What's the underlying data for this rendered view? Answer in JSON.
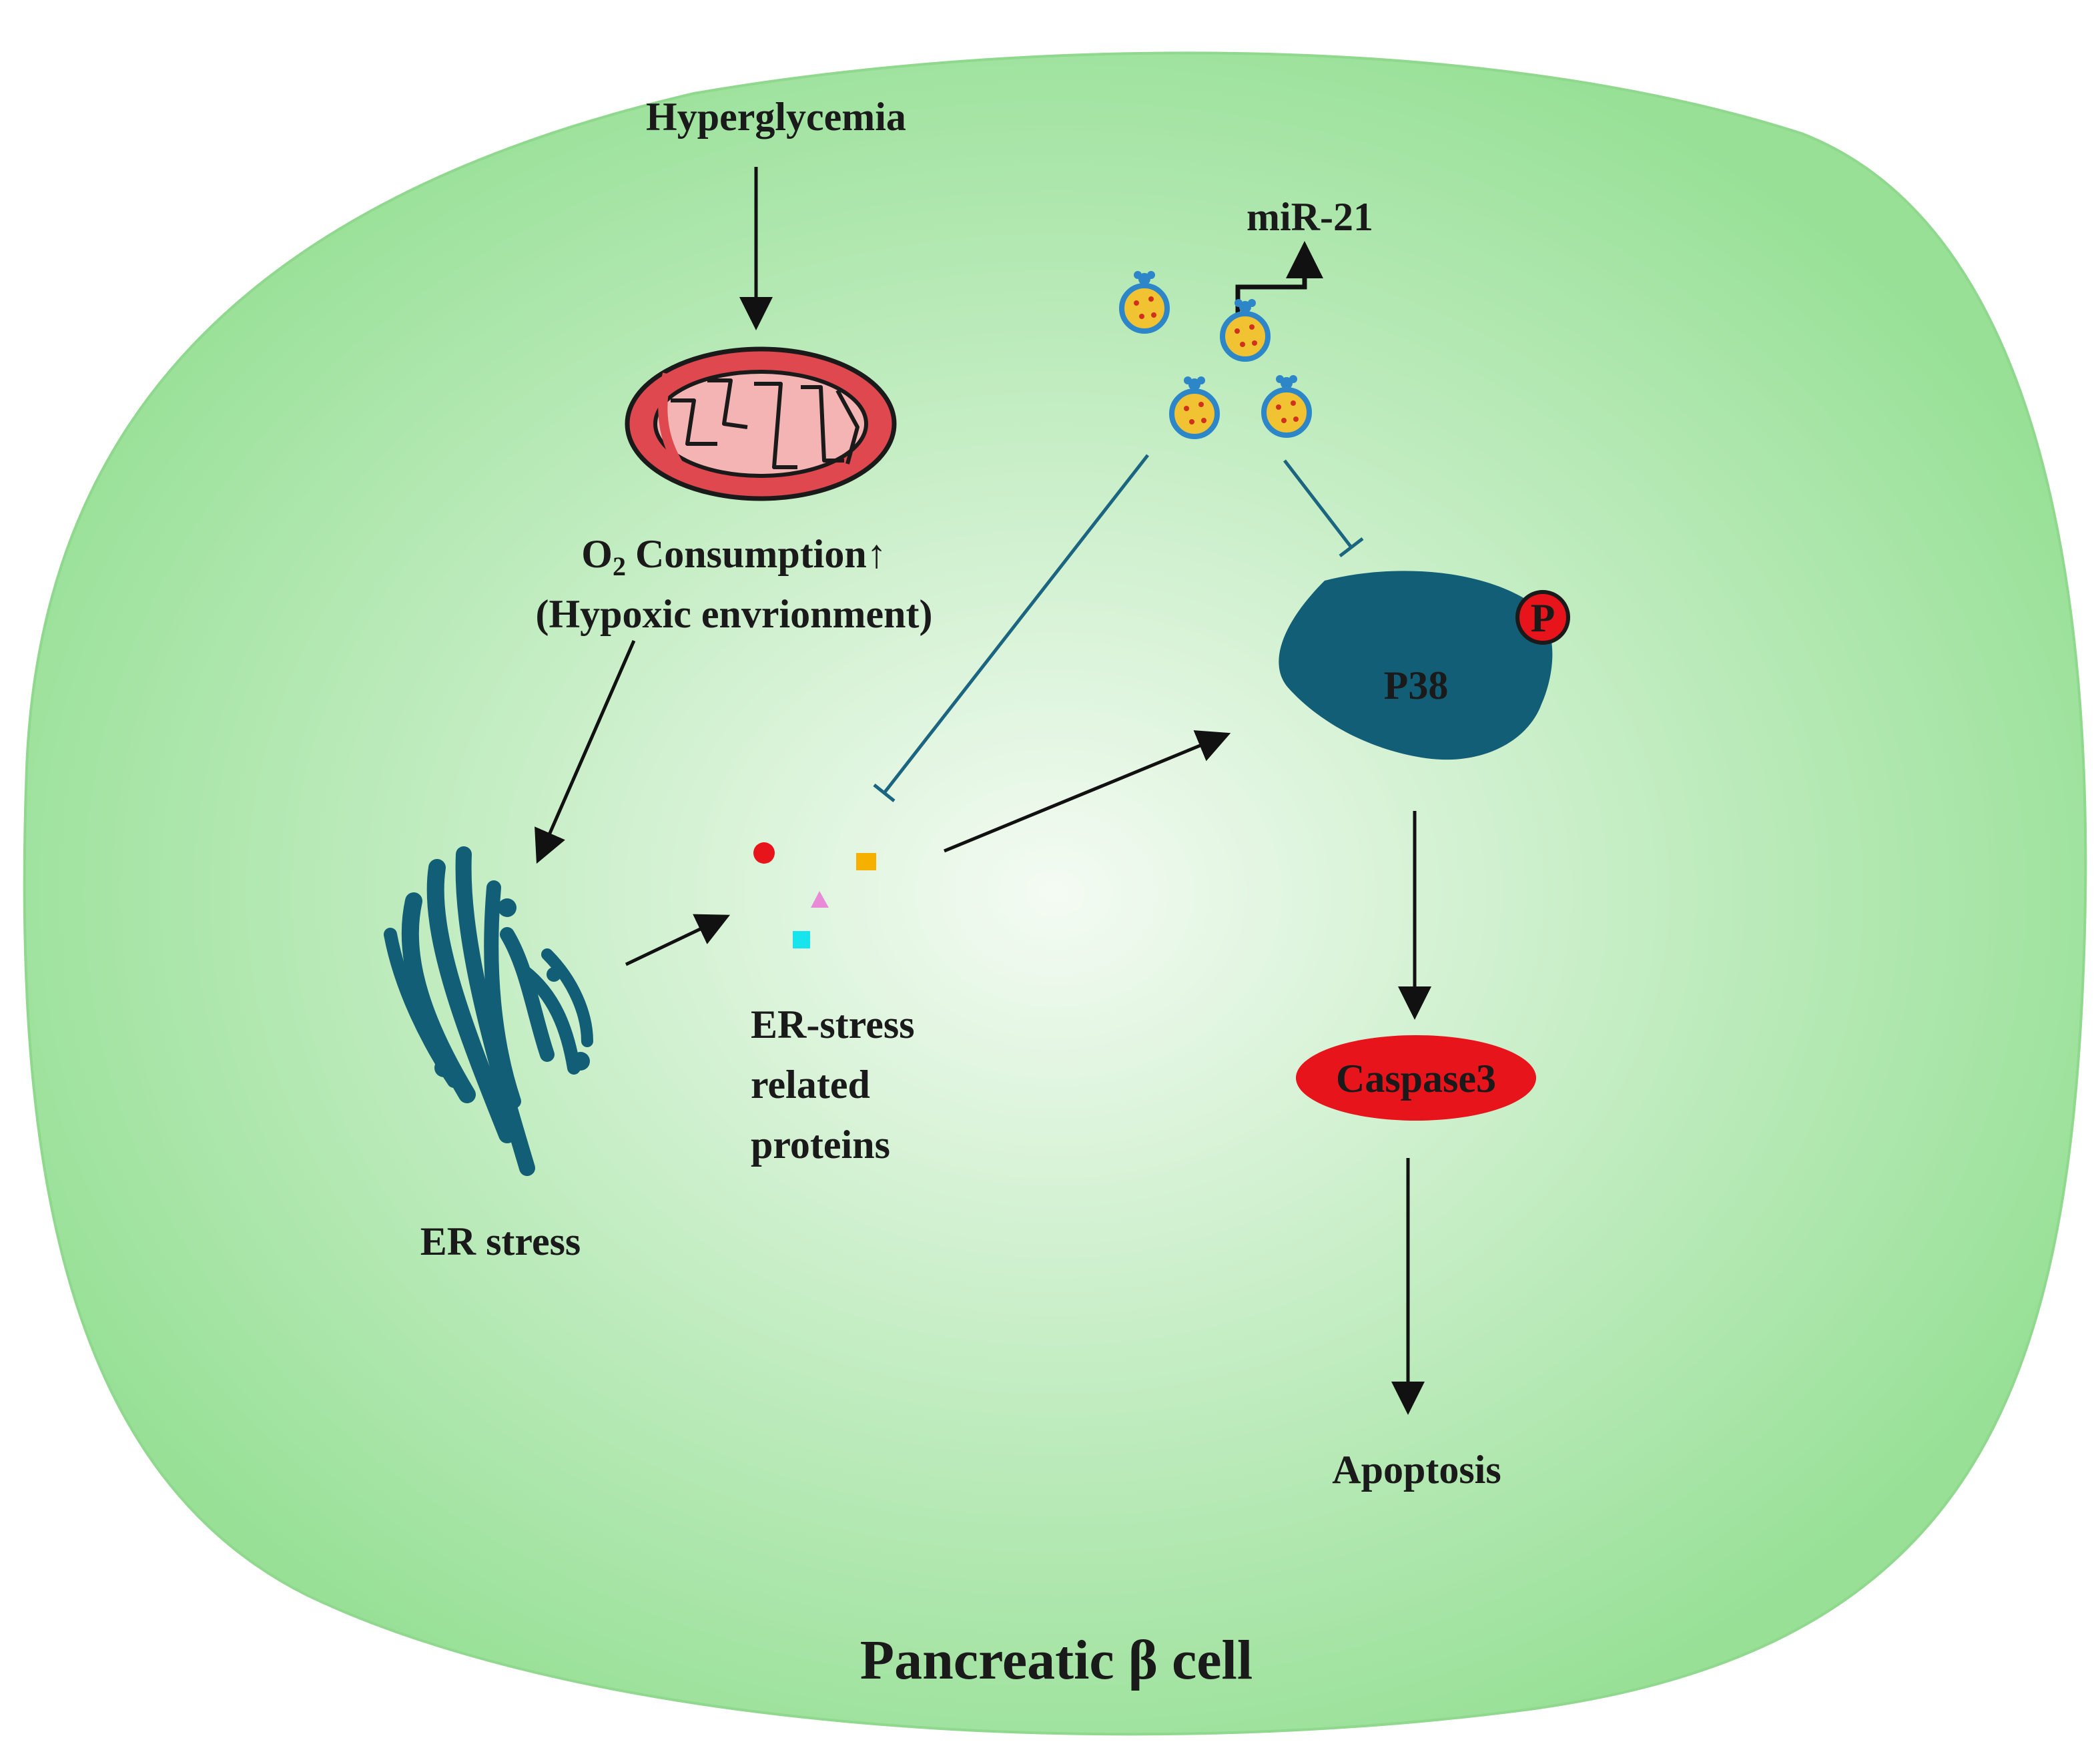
{
  "labels": {
    "hyperglycemia": "Hyperglycemia",
    "o2_prefix": "O",
    "o2_sub": "2",
    "o2_consumption": "Consumption↑",
    "hypoxic": "(Hypoxic envrionment)",
    "er_stress": "ER stress",
    "er_proteins_line1": "ER-stress",
    "er_proteins_line2": "related",
    "er_proteins_line3": "proteins",
    "mir21": "miR-21",
    "p38": "P38",
    "phospho": "P",
    "caspase3": "Caspase3",
    "apoptosis": "Apoptosis",
    "cell": "Pancreatic β cell"
  },
  "colors": {
    "cell_center": "#f4fbf3",
    "cell_edge": "#97e096",
    "organelle_teal": "#135e77",
    "inhibit_line": "#1b6580",
    "mito_outer": "#e0484f",
    "mito_inner": "#f4b4b4",
    "caspase_red": "#e8141c",
    "vesicle_fill": "#f1c232",
    "vesicle_ring": "#2c86c8",
    "protein_red": "#e8141c",
    "protein_orange": "#f5b000",
    "protein_pink": "#e98ad9",
    "protein_cyan": "#18e4ee"
  }
}
